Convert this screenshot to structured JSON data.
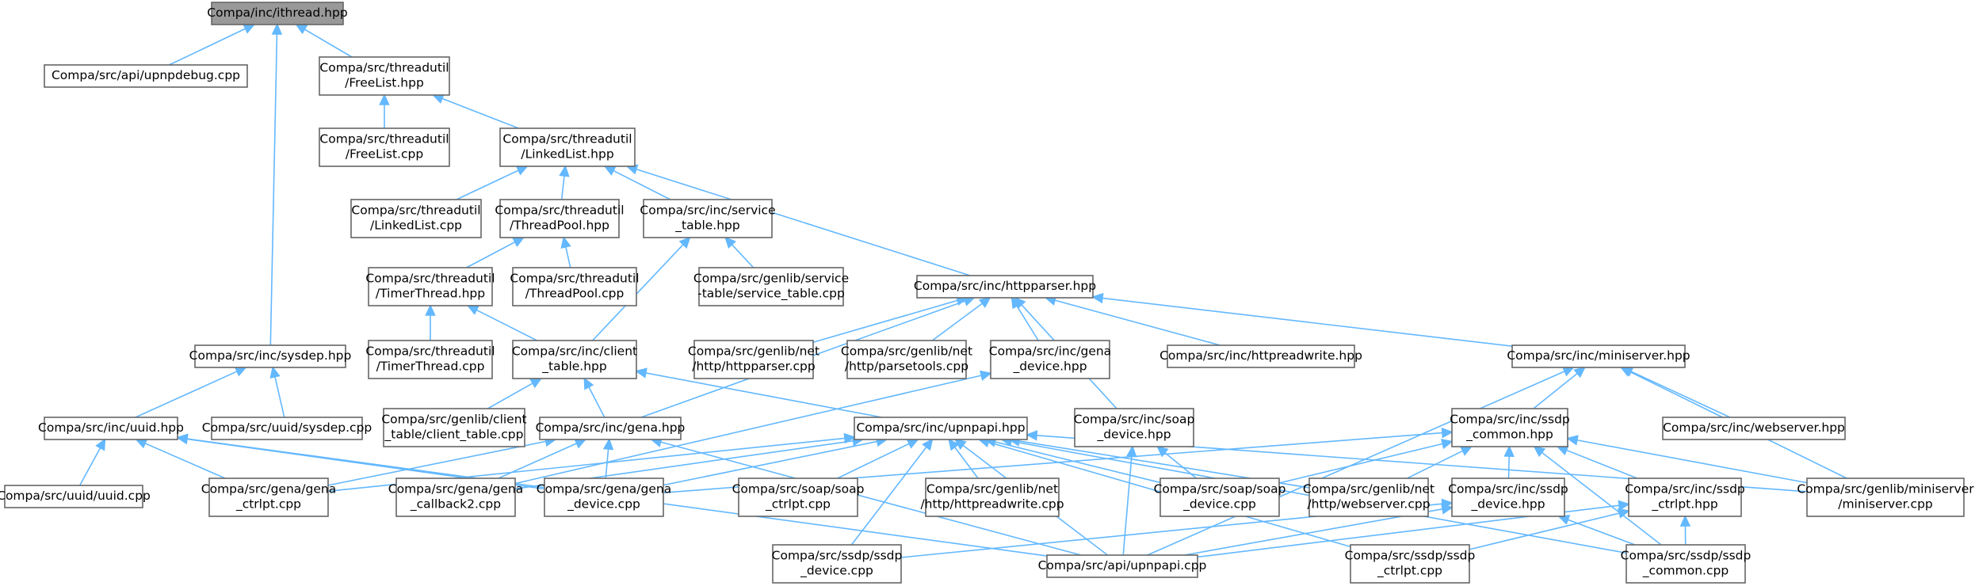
{
  "colors": {
    "edge": "#63b8ff",
    "node_fill": "#ffffff",
    "node_border": "#666666",
    "root_fill": "#999999",
    "text": "#000000"
  },
  "nodes": [
    {
      "id": "n1",
      "lines": [
        "Compa/inc/ithread.hpp"
      ],
      "root": true
    },
    {
      "id": "n2",
      "lines": [
        "Compa/src/api/upnpdebug.cpp"
      ]
    },
    {
      "id": "n3",
      "lines": [
        "Compa/src/threadutil",
        "/FreeList.hpp"
      ]
    },
    {
      "id": "n4",
      "lines": [
        "Compa/src/inc/sysdep.hpp"
      ]
    },
    {
      "id": "n5",
      "lines": [
        "Compa/src/threadutil",
        "/FreeList.cpp"
      ]
    },
    {
      "id": "n6",
      "lines": [
        "Compa/src/threadutil",
        "/LinkedList.hpp"
      ]
    },
    {
      "id": "n7",
      "lines": [
        "Compa/src/threadutil",
        "/LinkedList.cpp"
      ]
    },
    {
      "id": "n8",
      "lines": [
        "Compa/src/threadutil",
        "/ThreadPool.hpp"
      ]
    },
    {
      "id": "n9",
      "lines": [
        "Compa/src/inc/service",
        "_table.hpp"
      ]
    },
    {
      "id": "n10",
      "lines": [
        "Compa/src/inc/httpparser.hpp"
      ]
    },
    {
      "id": "n11",
      "lines": [
        "Compa/src/threadutil",
        "/TimerThread.hpp"
      ]
    },
    {
      "id": "n12",
      "lines": [
        "Compa/src/threadutil",
        "/ThreadPool.cpp"
      ]
    },
    {
      "id": "n13",
      "lines": [
        "Compa/src/genlib/service",
        "-table/service_table.cpp"
      ]
    },
    {
      "id": "n14",
      "lines": [
        "Compa/src/threadutil",
        "/TimerThread.cpp"
      ]
    },
    {
      "id": "n15",
      "lines": [
        "Compa/src/inc/client",
        "_table.hpp"
      ]
    },
    {
      "id": "n16",
      "lines": [
        "Compa/src/genlib/net",
        "/http/httpparser.cpp"
      ]
    },
    {
      "id": "n17",
      "lines": [
        "Compa/src/genlib/net",
        "/http/parsetools.cpp"
      ]
    },
    {
      "id": "n18",
      "lines": [
        "Compa/src/inc/gena",
        "_device.hpp"
      ]
    },
    {
      "id": "n19",
      "lines": [
        "Compa/src/inc/httpreadwrite.hpp"
      ]
    },
    {
      "id": "n20",
      "lines": [
        "Compa/src/inc/miniserver.hpp"
      ]
    },
    {
      "id": "n21",
      "lines": [
        "Compa/src/inc/uuid.hpp"
      ]
    },
    {
      "id": "n22",
      "lines": [
        "Compa/src/uuid/sysdep.cpp"
      ]
    },
    {
      "id": "n23",
      "lines": [
        "Compa/src/genlib/client",
        "_table/client_table.cpp"
      ]
    },
    {
      "id": "n24",
      "lines": [
        "Compa/src/inc/gena.hpp"
      ]
    },
    {
      "id": "n25",
      "lines": [
        "Compa/src/inc/upnpapi.hpp"
      ]
    },
    {
      "id": "n26",
      "lines": [
        "Compa/src/inc/soap",
        "_device.hpp"
      ]
    },
    {
      "id": "n27",
      "lines": [
        "Compa/src/inc/ssdp",
        "_common.hpp"
      ]
    },
    {
      "id": "n28",
      "lines": [
        "Compa/src/inc/webserver.hpp"
      ]
    },
    {
      "id": "n29",
      "lines": [
        "Compa/src/uuid/uuid.cpp"
      ]
    },
    {
      "id": "n30",
      "lines": [
        "Compa/src/gena/gena",
        "_ctrlpt.cpp"
      ]
    },
    {
      "id": "n31",
      "lines": [
        "Compa/src/gena/gena",
        "_callback2.cpp"
      ]
    },
    {
      "id": "n32",
      "lines": [
        "Compa/src/gena/gena",
        "_device.cpp"
      ]
    },
    {
      "id": "n33",
      "lines": [
        "Compa/src/soap/soap",
        "_ctrlpt.cpp"
      ]
    },
    {
      "id": "n34",
      "lines": [
        "Compa/src/genlib/net",
        "/http/httpreadwrite.cpp"
      ]
    },
    {
      "id": "n35",
      "lines": [
        "Compa/src/soap/soap",
        "_device.cpp"
      ]
    },
    {
      "id": "n36",
      "lines": [
        "Compa/src/genlib/net",
        "/http/webserver.cpp"
      ]
    },
    {
      "id": "n37",
      "lines": [
        "Compa/src/inc/ssdp",
        "_device.hpp"
      ]
    },
    {
      "id": "n38",
      "lines": [
        "Compa/src/inc/ssdp",
        "_ctrlpt.hpp"
      ]
    },
    {
      "id": "n39",
      "lines": [
        "Compa/src/genlib/miniserver",
        "/miniserver.cpp"
      ]
    },
    {
      "id": "n40",
      "lines": [
        "Compa/src/ssdp/ssdp",
        "_device.cpp"
      ]
    },
    {
      "id": "n41",
      "lines": [
        "Compa/src/api/upnpapi.cpp"
      ]
    },
    {
      "id": "n42",
      "lines": [
        "Compa/src/ssdp/ssdp",
        "_ctrlpt.cpp"
      ]
    },
    {
      "id": "n43",
      "lines": [
        "Compa/src/ssdp/ssdp",
        "_common.cpp"
      ]
    }
  ],
  "edges": [
    [
      "n1",
      "n2"
    ],
    [
      "n1",
      "n3"
    ],
    [
      "n1",
      "n4"
    ],
    [
      "n3",
      "n5"
    ],
    [
      "n3",
      "n6"
    ],
    [
      "n6",
      "n7"
    ],
    [
      "n6",
      "n8"
    ],
    [
      "n6",
      "n9"
    ],
    [
      "n6",
      "n10"
    ],
    [
      "n8",
      "n11"
    ],
    [
      "n8",
      "n12"
    ],
    [
      "n9",
      "n13"
    ],
    [
      "n9",
      "n15"
    ],
    [
      "n11",
      "n14"
    ],
    [
      "n11",
      "n15"
    ],
    [
      "n10",
      "n24"
    ],
    [
      "n10",
      "n16"
    ],
    [
      "n10",
      "n17"
    ],
    [
      "n10",
      "n18"
    ],
    [
      "n10",
      "n26"
    ],
    [
      "n10",
      "n19"
    ],
    [
      "n10",
      "n20"
    ],
    [
      "n4",
      "n21"
    ],
    [
      "n4",
      "n22"
    ],
    [
      "n15",
      "n23"
    ],
    [
      "n15",
      "n24"
    ],
    [
      "n15",
      "n25"
    ],
    [
      "n18",
      "n31"
    ],
    [
      "n20",
      "n27"
    ],
    [
      "n20",
      "n28"
    ],
    [
      "n20",
      "n39"
    ],
    [
      "n20",
      "n41"
    ],
    [
      "n21",
      "n29"
    ],
    [
      "n21",
      "n30"
    ],
    [
      "n21",
      "n32"
    ],
    [
      "n21",
      "n41"
    ],
    [
      "n24",
      "n30"
    ],
    [
      "n24",
      "n31"
    ],
    [
      "n24",
      "n32"
    ],
    [
      "n24",
      "n41"
    ],
    [
      "n25",
      "n30"
    ],
    [
      "n25",
      "n31"
    ],
    [
      "n25",
      "n32"
    ],
    [
      "n25",
      "n33"
    ],
    [
      "n25",
      "n34"
    ],
    [
      "n25",
      "n35"
    ],
    [
      "n25",
      "n36"
    ],
    [
      "n25",
      "n39"
    ],
    [
      "n25",
      "n40"
    ],
    [
      "n25",
      "n41"
    ],
    [
      "n25",
      "n42"
    ],
    [
      "n25",
      "n43"
    ],
    [
      "n26",
      "n35"
    ],
    [
      "n26",
      "n41"
    ],
    [
      "n27",
      "n32"
    ],
    [
      "n27",
      "n35"
    ],
    [
      "n27",
      "n36"
    ],
    [
      "n27",
      "n37"
    ],
    [
      "n27",
      "n38"
    ],
    [
      "n27",
      "n39"
    ],
    [
      "n27",
      "n43"
    ],
    [
      "n37",
      "n40"
    ],
    [
      "n37",
      "n41"
    ],
    [
      "n37",
      "n43"
    ],
    [
      "n38",
      "n41"
    ],
    [
      "n38",
      "n42"
    ],
    [
      "n38",
      "n43"
    ]
  ]
}
